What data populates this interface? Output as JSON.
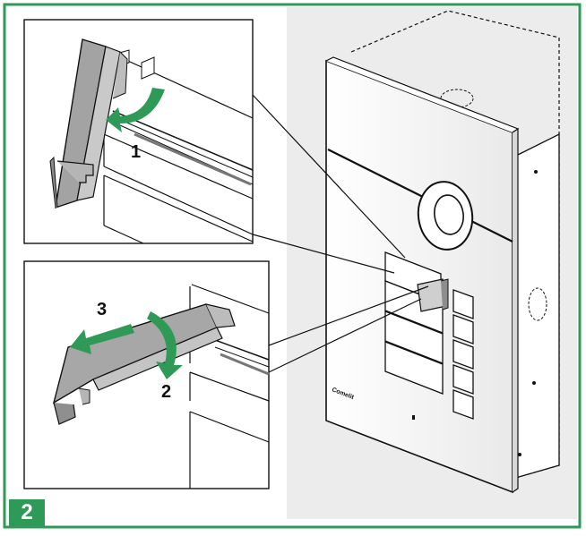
{
  "figure": {
    "step_number": "2",
    "callouts": [
      "1",
      "2",
      "3"
    ],
    "brand_text": "Comelit",
    "colors": {
      "frame_green": "#2f9a57",
      "arrow_green": "#2f9a57",
      "background_panel": "#ececec",
      "part_gray": "#9a9a9a",
      "line": "#111111"
    }
  }
}
